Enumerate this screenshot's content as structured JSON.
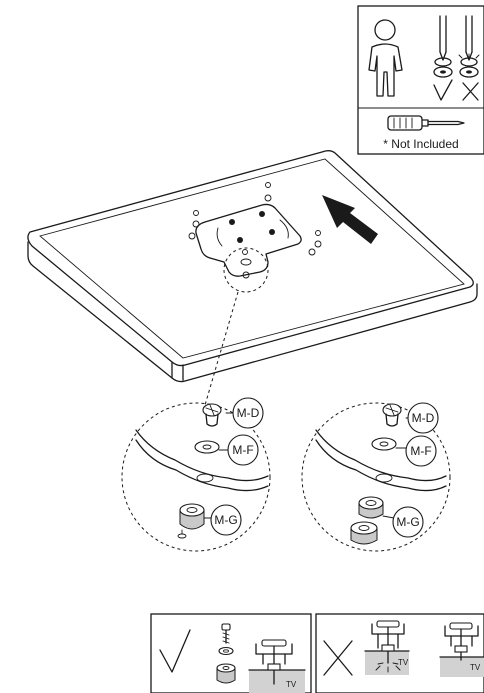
{
  "notice_box": {
    "tool_note": "* Not Included",
    "icons": [
      "person-icon",
      "screw-ok-icon",
      "screw-no-icon",
      "check-icon",
      "cross-icon",
      "screwdriver-icon"
    ]
  },
  "panel": {
    "direction": "arrow-up-left-icon"
  },
  "detail_left": {
    "parts": [
      "M-D",
      "M-F",
      "M-G"
    ]
  },
  "detail_right": {
    "parts": [
      "M-D",
      "M-F",
      "M-G"
    ]
  },
  "bottom_correct": {
    "tv_label": "TV"
  },
  "bottom_wrong": {
    "tv_label_1": "TV",
    "tv_label_2": "TV"
  }
}
